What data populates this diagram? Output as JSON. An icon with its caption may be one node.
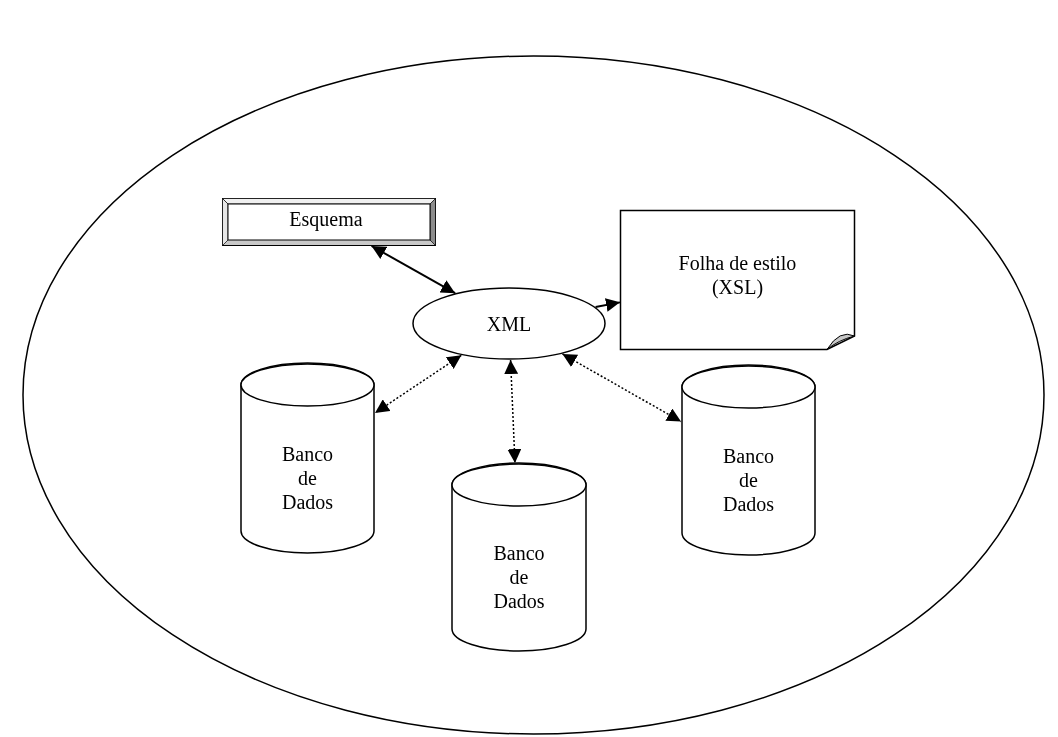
{
  "diagram": {
    "nodes": [
      {
        "text": [],
        "shape": "ellipse"
      },
      {
        "text": [
          "Esquema"
        ],
        "in": 0
      },
      {
        "text": [
          "Folha de estilo (XSL)"
        ],
        "in": 0
      },
      {
        "text": [
          "XML"
        ],
        "in": 0
      },
      {
        "text": [
          "Banco de Dados"
        ],
        "in": 0
      },
      {
        "text": [
          "Banco de Dados"
        ],
        "in": 0
      },
      {
        "text": [
          "Banco de Dados"
        ],
        "in": 0
      }
    ],
    "edges": [
      {
        "from": 1,
        "to": 3,
        "arrow": "both"
      },
      {
        "from": 3,
        "to": 2,
        "arrow": "to"
      },
      {
        "from": 3,
        "to": 4,
        "arrow": "both",
        "style": "dashed"
      },
      {
        "from": 3,
        "to": 5,
        "arrow": "both",
        "style": "dashed"
      },
      {
        "from": 3,
        "to": 6,
        "arrow": "both",
        "style": "dashed"
      }
    ]
  }
}
